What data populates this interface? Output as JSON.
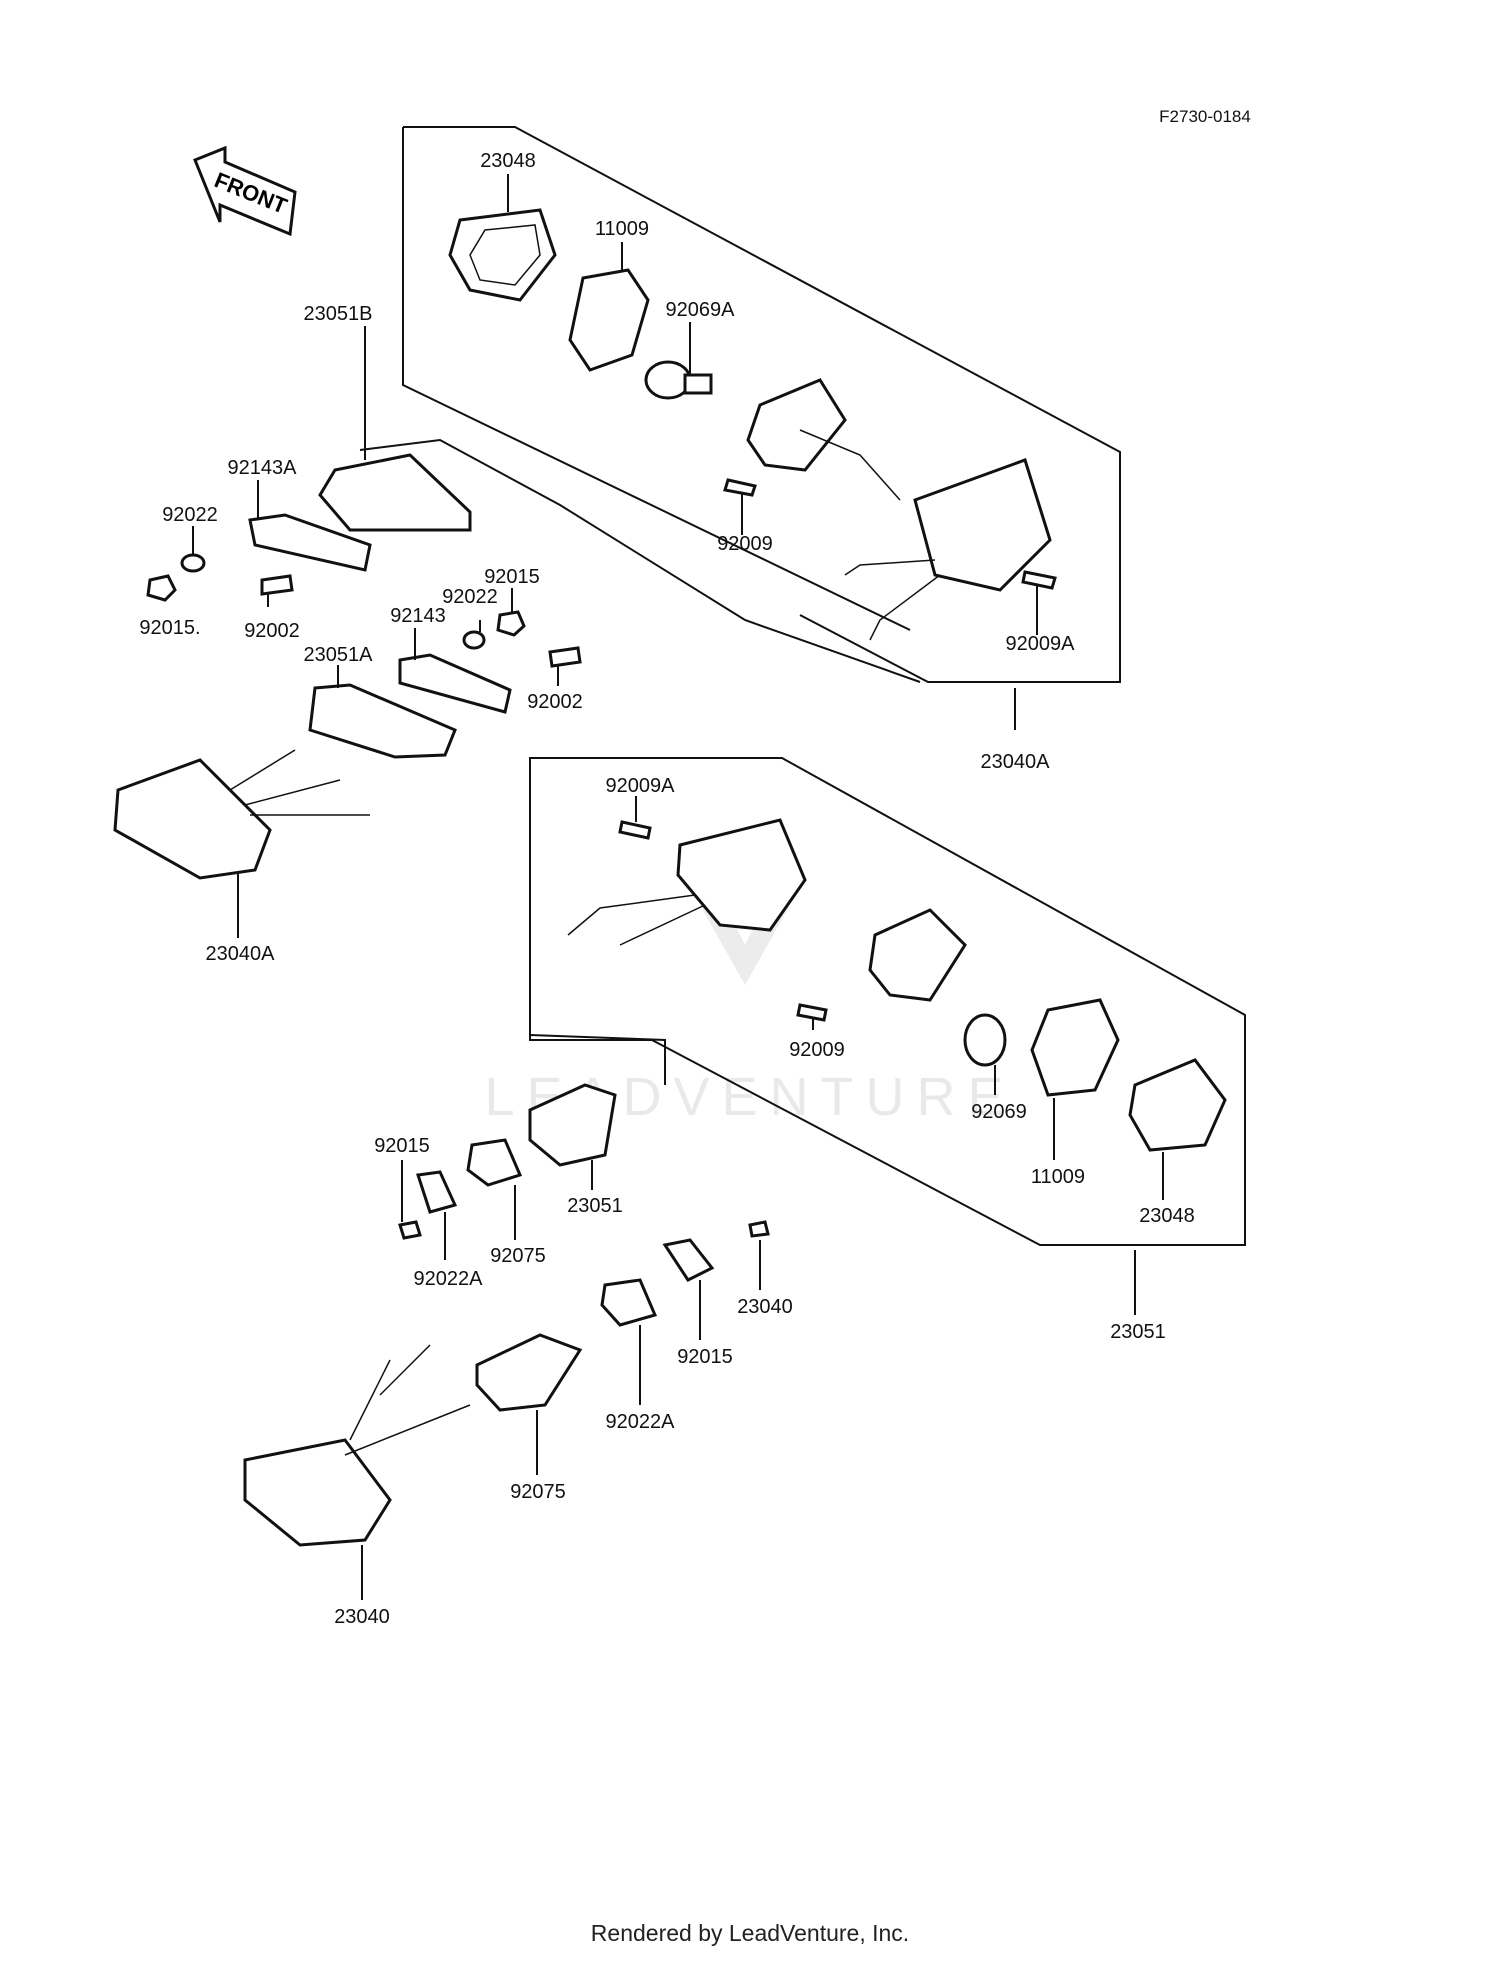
{
  "diagram_code": "F2730-0184",
  "front_arrow": "FRONT",
  "watermark": "LEADVENTURE",
  "footer": "Rendered by LeadVenture, Inc.",
  "labels": [
    "23048",
    "11009",
    "92069A",
    "23051B",
    "92143A",
    "92022",
    "92015.",
    "92002",
    "92015",
    "92022",
    "92143",
    "23051A",
    "92002",
    "92009",
    "92009A",
    "23040A",
    "23040A",
    "92009A",
    "92009",
    "92069",
    "11009",
    "23048",
    "92015",
    "23051",
    "92075",
    "92022A",
    "23040",
    "92015",
    "92022A",
    "92075",
    "23051",
    "23040"
  ]
}
